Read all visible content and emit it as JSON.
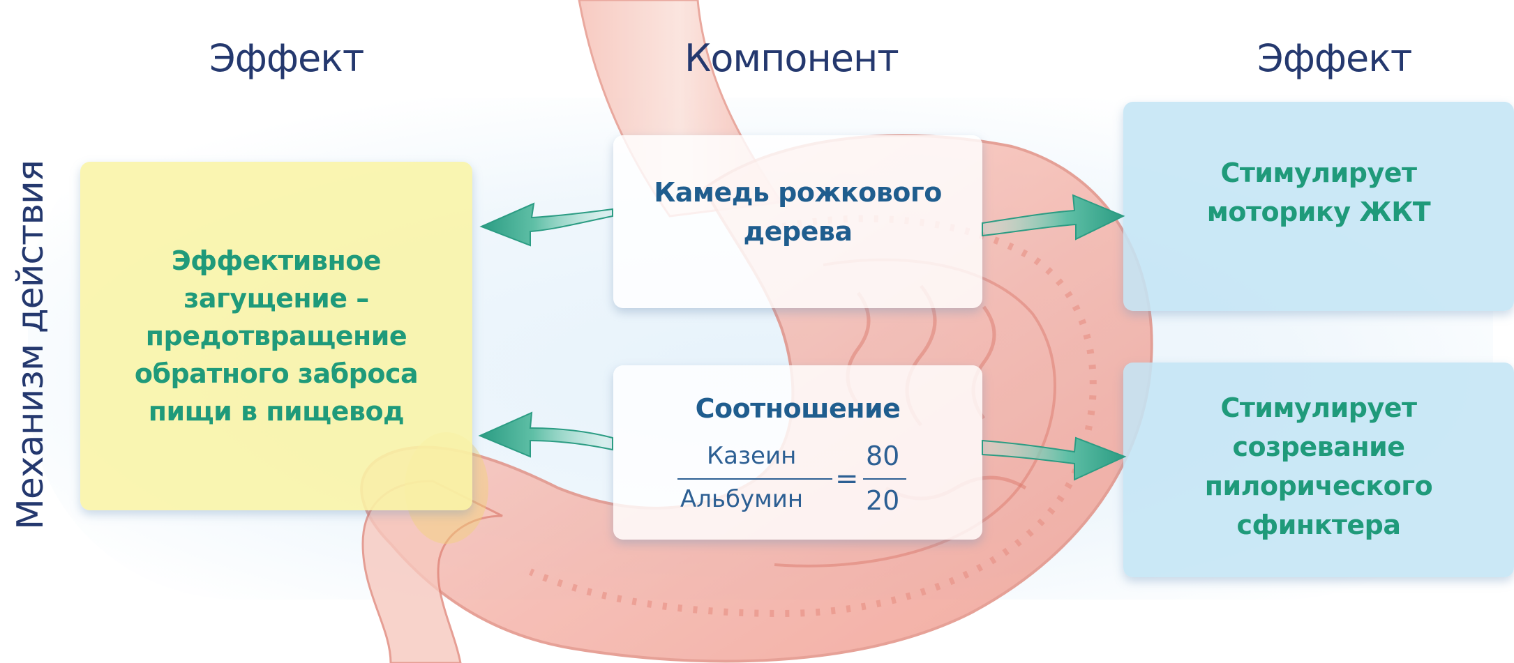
{
  "headers": {
    "left": "Эффект",
    "center": "Компонент",
    "right": "Эффект"
  },
  "side_label": "Механизм действия",
  "left_effect": {
    "lines": [
      "Эффективное",
      "загущение –",
      "предотвращение",
      "обратного заброса",
      "пищи в пищевод"
    ]
  },
  "components": [
    {
      "lines": [
        "Камедь рожкового",
        "дерева"
      ]
    },
    {
      "title": "Соотношение",
      "fraction_left": {
        "numerator": "Казеин",
        "denominator": "Альбумин"
      },
      "equals": "=",
      "fraction_right": {
        "numerator": "80",
        "denominator": "20"
      }
    }
  ],
  "right_effects": [
    {
      "lines": [
        "Стимулирует",
        "моторику ЖКТ"
      ]
    },
    {
      "lines": [
        "Стимулирует",
        "созревание",
        "пилорического",
        "сфинктера"
      ]
    }
  ],
  "colors": {
    "heading": "#24386e",
    "effect_text": "#1f9a7a",
    "component_text": "#1f5d8e",
    "left_box": "#f9f4a6",
    "right_box": "#c4e5f5",
    "arrow": "#2f9e8a",
    "stomach": "#f3a9a0"
  }
}
